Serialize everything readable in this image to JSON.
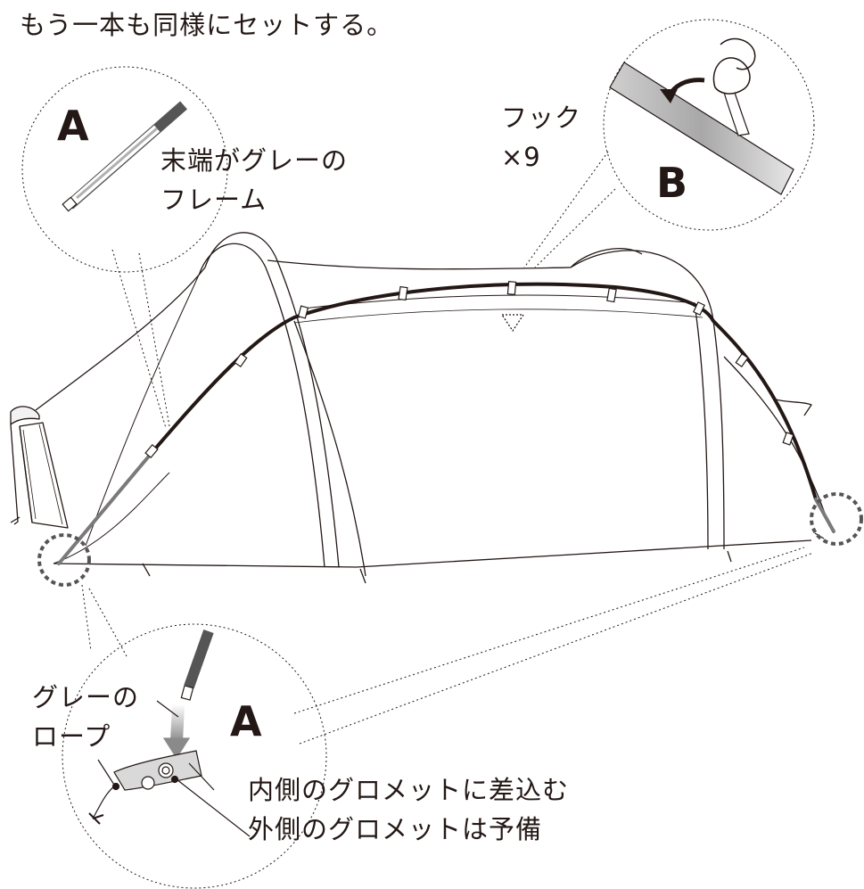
{
  "instruction": "もう一本も同様にセットする。",
  "detail_a_top": {
    "marker": "A",
    "caption_line1": "末端がグレーの",
    "caption_line2": "フレーム"
  },
  "detail_b": {
    "marker": "B",
    "caption_line1": "フック",
    "caption_line2": "×9"
  },
  "detail_a_bottom": {
    "marker": "A",
    "rope_line1": "グレーの",
    "rope_line2": "ロープ",
    "note_line1": "内側のグロメットに差込む",
    "note_line2": "外側のグロメットは予備"
  },
  "colors": {
    "ink": "#231815",
    "frame_gray": "#7a7a7a",
    "dotted_callout": "#231815",
    "marker_ring": "#555555"
  }
}
